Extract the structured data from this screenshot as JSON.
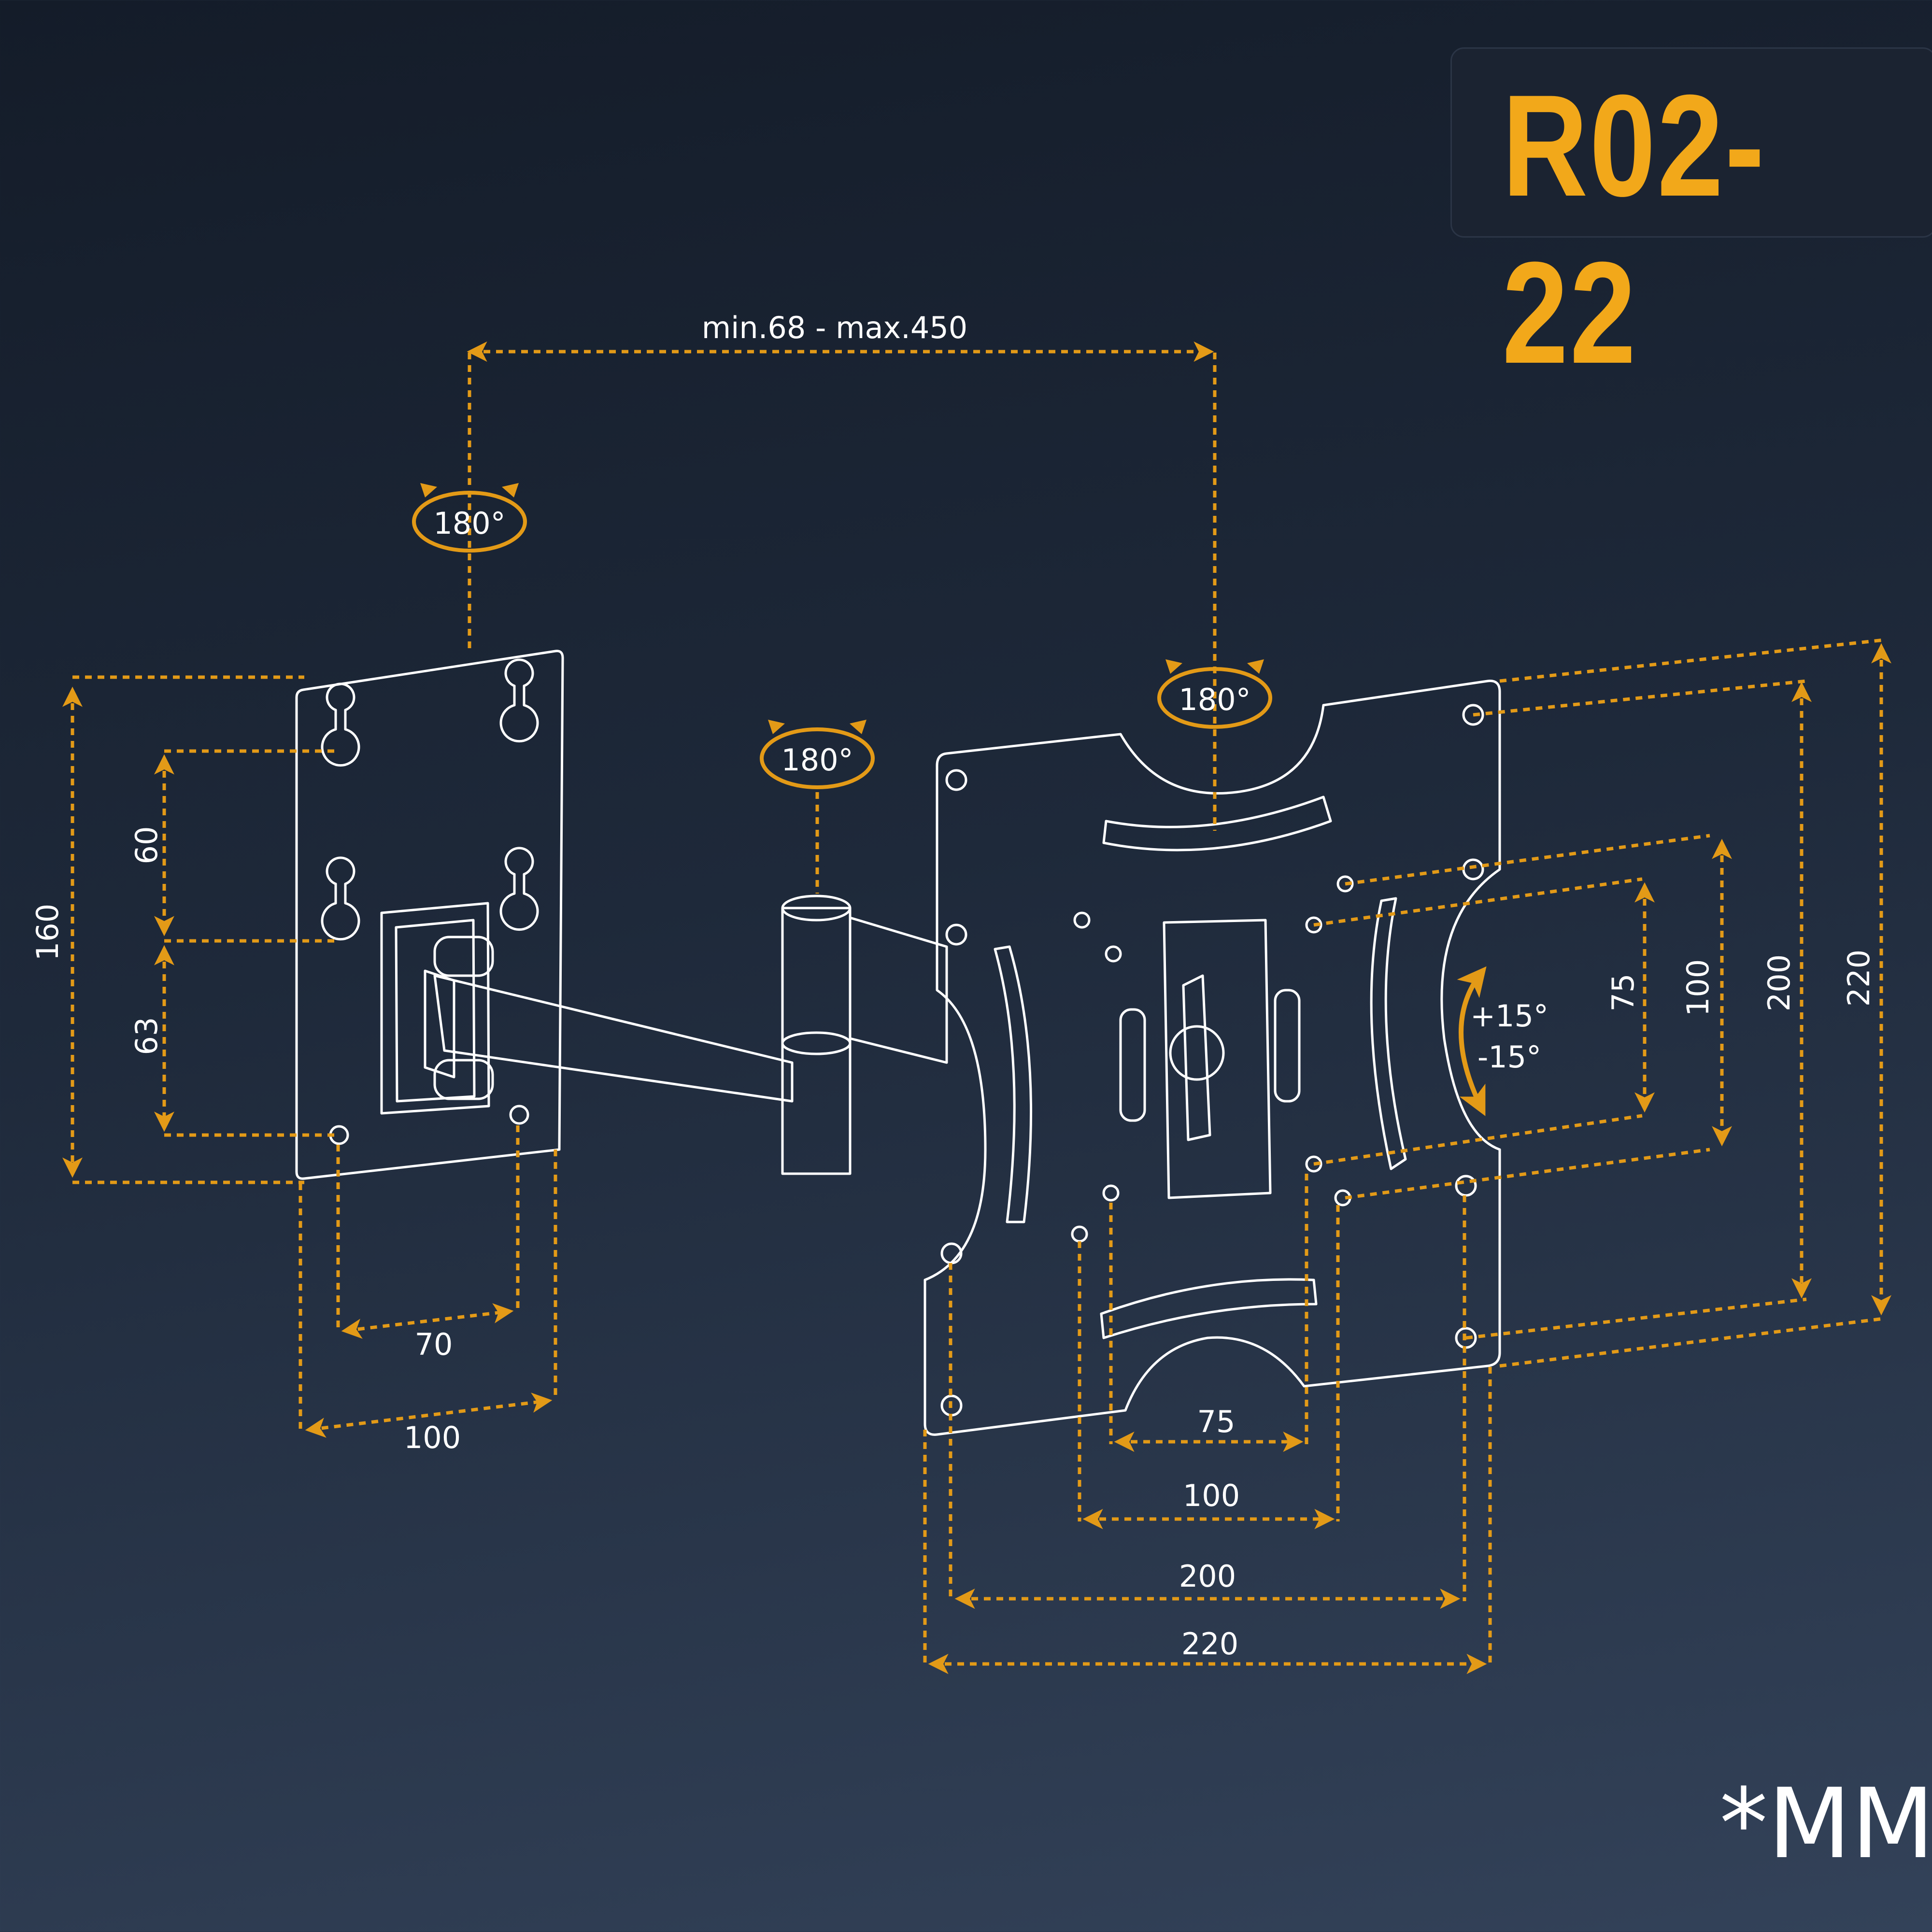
{
  "model": "R02-22",
  "unit_note": "*MM",
  "colors": {
    "accent": "#f2a81a",
    "line": "#ffffff",
    "background": "#1e293a"
  },
  "labels": {
    "arm_extension": "min.68 - max.450",
    "swivel_wall": "180°",
    "swivel_mid": "180°",
    "swivel_tv": "180°",
    "tilt_up": "+15°",
    "tilt_down": "-15°",
    "wall_height_total": "160",
    "wall_spacing_upper": "60",
    "wall_spacing_lower": "63",
    "wall_width_inner": "70",
    "wall_width_outer": "100",
    "vesa_h_75": "75",
    "vesa_h_100": "100",
    "vesa_h_200": "200",
    "vesa_h_220": "220",
    "vesa_v_75": "75",
    "vesa_v_100": "100",
    "vesa_v_200": "200",
    "vesa_v_220": "220"
  }
}
